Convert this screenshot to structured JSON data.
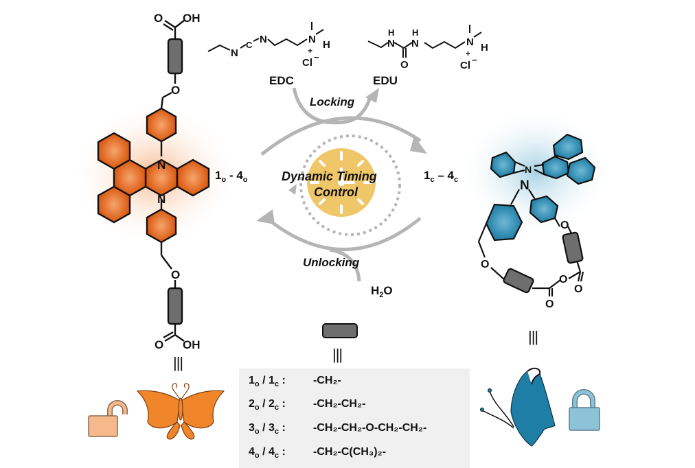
{
  "reagents": {
    "edc": {
      "label": "EDC",
      "counterion": "Cl",
      "charge": "+",
      "anion_charge": "−"
    },
    "edu": {
      "label": "EDU",
      "counterion": "Cl",
      "charge": "+",
      "anion_charge": "−"
    },
    "water": {
      "label_main": "H",
      "label_sub": "2",
      "label_end": "O"
    }
  },
  "cycle": {
    "locking_label": "Locking",
    "unlocking_label": "Unlocking",
    "center_line1": "Dynamic Timing",
    "center_line2": "Control",
    "open_range": {
      "a": "1",
      "a_sub": "o",
      "sep": " - ",
      "b": "4",
      "b_sub": "o"
    },
    "closed_range": {
      "a": "1",
      "a_sub": "c",
      "sep": " – ",
      "b": "4",
      "b_sub": "c"
    }
  },
  "molecule_open": {
    "atoms": [
      "O",
      "OH",
      "O",
      "N",
      "N",
      "O",
      "O",
      "OH"
    ],
    "color": "#e0651c",
    "state_icon": "unlocked-padlock-icon",
    "mascot": "butterfly-open-icon"
  },
  "molecule_closed": {
    "atoms": [
      "N",
      "N",
      "O",
      "O",
      "O",
      "O",
      "O"
    ],
    "color": "#2a8bb0",
    "state_icon": "locked-padlock-icon",
    "mascot": "butterfly-closed-icon"
  },
  "equiv_symbol": "|||",
  "linker_table": {
    "rows": [
      {
        "o": "1",
        "c": "1",
        "formula": "-CH₂-"
      },
      {
        "o": "2",
        "c": "2",
        "formula": "-CH₂-CH₂-"
      },
      {
        "o": "3",
        "c": "3",
        "formula": "-CH₂-CH₂-O-CH₂-CH₂-"
      },
      {
        "o": "4",
        "c": "4",
        "formula": "-CH₂-C(CH₃)₂-"
      }
    ],
    "o_sub": "o",
    "c_sub": "c",
    "sep": " / ",
    "colon": " :"
  },
  "colors": {
    "orange": "#e0651c",
    "blue": "#2a8bb0",
    "gold": "#f0c768",
    "arrow_gray": "#b5b5b5",
    "linker_gray": "#6e6e6e"
  }
}
